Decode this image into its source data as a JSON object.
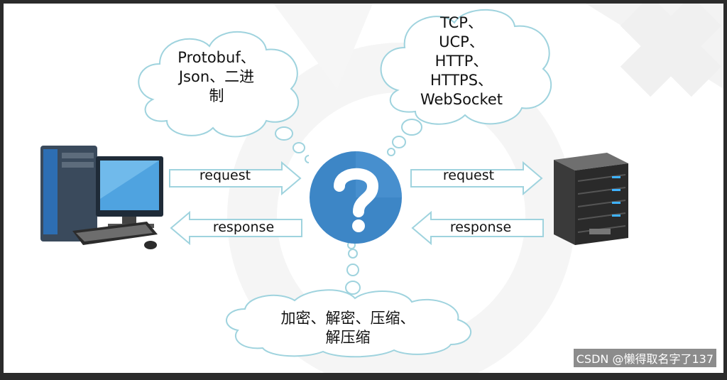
{
  "clouds": {
    "left_top": {
      "line1": "Protobuf、",
      "line2": "Json、二进",
      "line3": "制"
    },
    "right_top": {
      "line1": "TCP、",
      "line2": "UCP、",
      "line3": "HTTP、",
      "line4": "HTTPS、",
      "line5": "WebSocket"
    },
    "bottom": {
      "line1": "加密、解密、压缩、",
      "line2": "解压缩"
    }
  },
  "arrows": {
    "left_request": "request",
    "left_response": "response",
    "right_request": "request",
    "right_response": "response"
  },
  "icons": {
    "client": "desktop-computer-icon",
    "center": "question-mark-icon",
    "server": "server-icon"
  },
  "colors": {
    "cloud_outline": "#9fd3de",
    "arrow_outline": "#9fd3de",
    "question_circle": "#3d86c6"
  },
  "watermark": "CSDN @懒得取名字了137"
}
